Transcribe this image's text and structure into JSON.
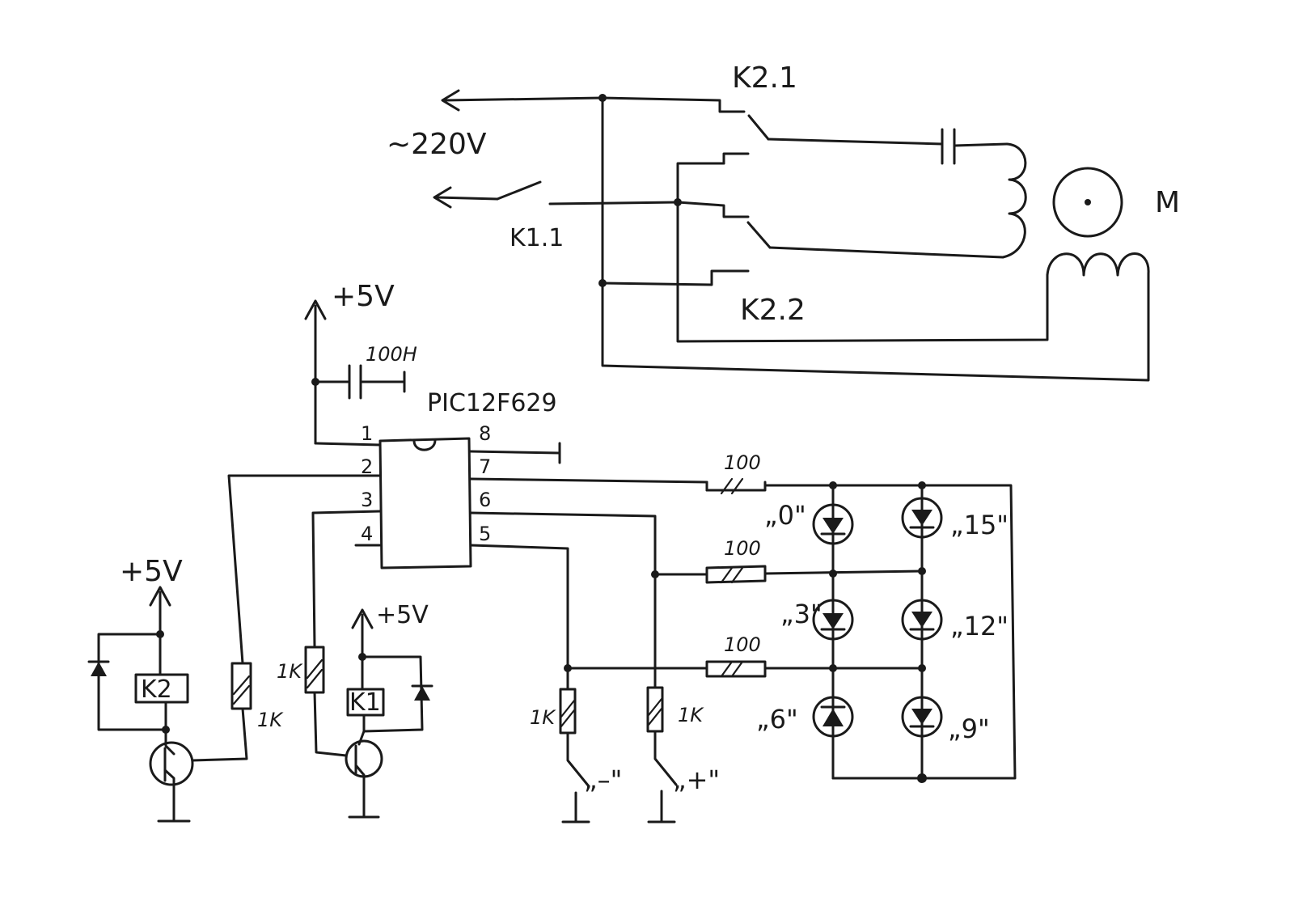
{
  "mains": {
    "voltage_label": "~220V"
  },
  "relay_contacts": {
    "k1": "K1.1",
    "k2a": "K2.1",
    "k2b": "K2.2"
  },
  "motor": {
    "label": "M"
  },
  "power": {
    "vcc": "+5V"
  },
  "decoupling": {
    "cap_label": "100H"
  },
  "mcu": {
    "label": "PIC12F629",
    "left_pins": [
      "1",
      "2",
      "3",
      "4"
    ],
    "right_pins": [
      "8",
      "7",
      "6",
      "5"
    ]
  },
  "led_resistors": [
    "100",
    "100",
    "100"
  ],
  "leds": {
    "left": [
      "„0\"",
      "„3\"",
      "„6\""
    ],
    "right": [
      "„15\"",
      "„12\"",
      "„9\""
    ]
  },
  "resistors": {
    "r_k2": "1K",
    "r_k1": "1K",
    "r_minus": "1K",
    "r_plus": "1K"
  },
  "relays": {
    "k2": "K2",
    "k1": "K1"
  },
  "buttons": {
    "minus": "„–\"",
    "plus": "„+\""
  }
}
